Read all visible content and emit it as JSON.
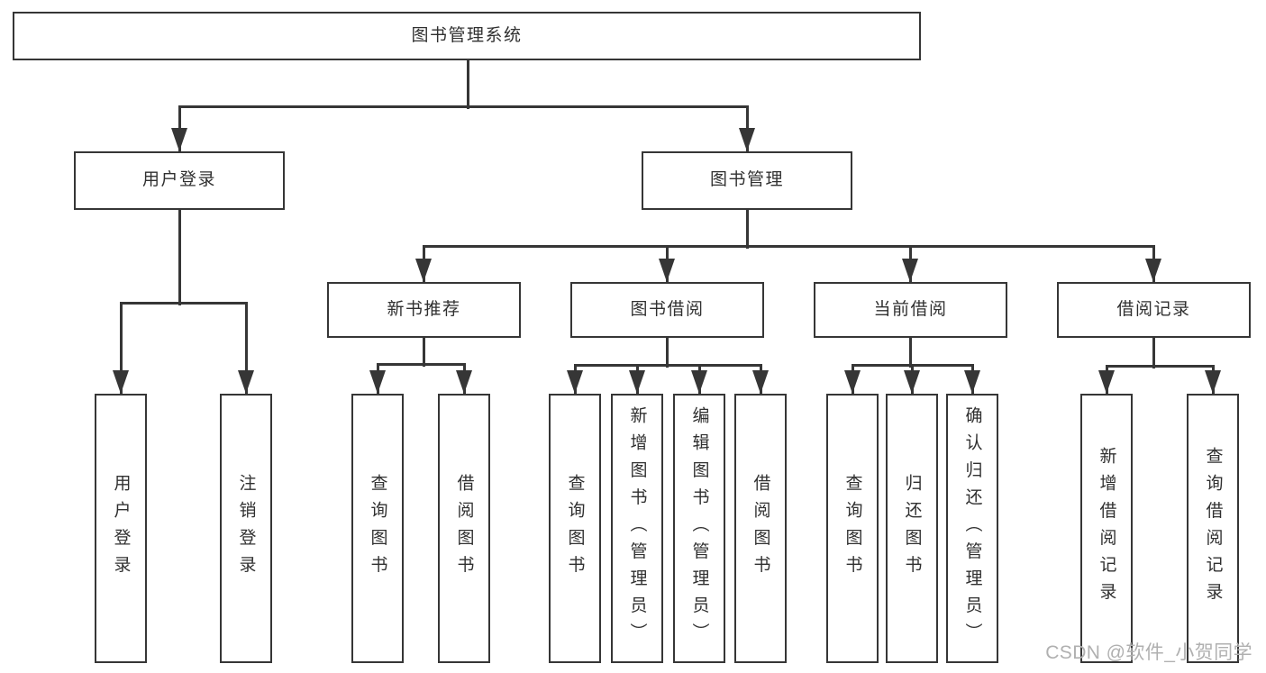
{
  "diagram": {
    "root": {
      "label": "图书管理系统"
    },
    "level2": [
      {
        "label": "用户登录"
      },
      {
        "label": "图书管理"
      }
    ],
    "level3": [
      {
        "label": "新书推荐"
      },
      {
        "label": "图书借阅"
      },
      {
        "label": "当前借阅"
      },
      {
        "label": "借阅记录"
      }
    ],
    "leaves": {
      "user_login": [
        "用户登录",
        "注销登录"
      ],
      "new_book_recommend": [
        "查询图书",
        "借阅图书"
      ],
      "book_borrowing": [
        "查询图书",
        "新增图书（管理员）",
        "编辑图书（管理员）",
        "借阅图书"
      ],
      "current_borrowing": [
        "查询图书",
        "归还图书",
        "确认归还（管理员）"
      ],
      "borrowing_records": [
        "新增借阅记录",
        "查询借阅记录"
      ]
    }
  },
  "watermark": {
    "text": "CSDN @软件_小贺同学",
    "color": "#b0b0b0"
  },
  "colors": {
    "line": "#363636",
    "text": "#303030",
    "background": "#ffffff"
  }
}
